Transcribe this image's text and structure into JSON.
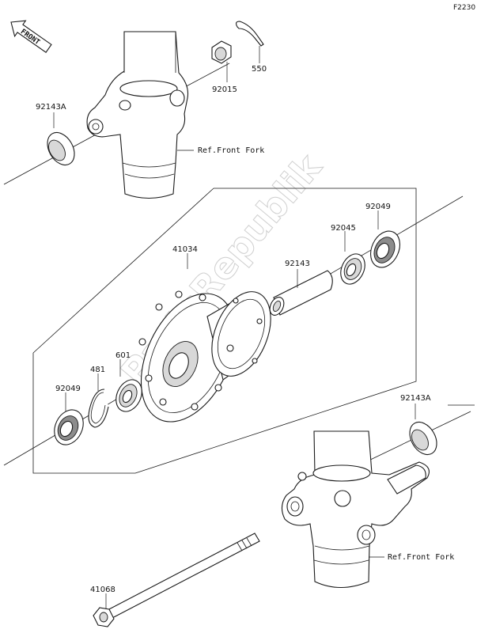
{
  "figure_code": "F2230",
  "front_label": "FRONT",
  "watermark": "PartsRepublik",
  "parts": [
    {
      "number": "550"
    },
    {
      "number": "92015"
    },
    {
      "number": "92143A"
    },
    {
      "number": "41034"
    },
    {
      "number": "92049"
    },
    {
      "number": "92045"
    },
    {
      "number": "92143"
    },
    {
      "number": "601"
    },
    {
      "number": "481"
    },
    {
      "number": "92049"
    },
    {
      "number": "92143A"
    },
    {
      "number": "41068"
    }
  ],
  "references": [
    {
      "text": "Ref.Front Fork"
    },
    {
      "text": "Ref.Front Fork"
    }
  ]
}
